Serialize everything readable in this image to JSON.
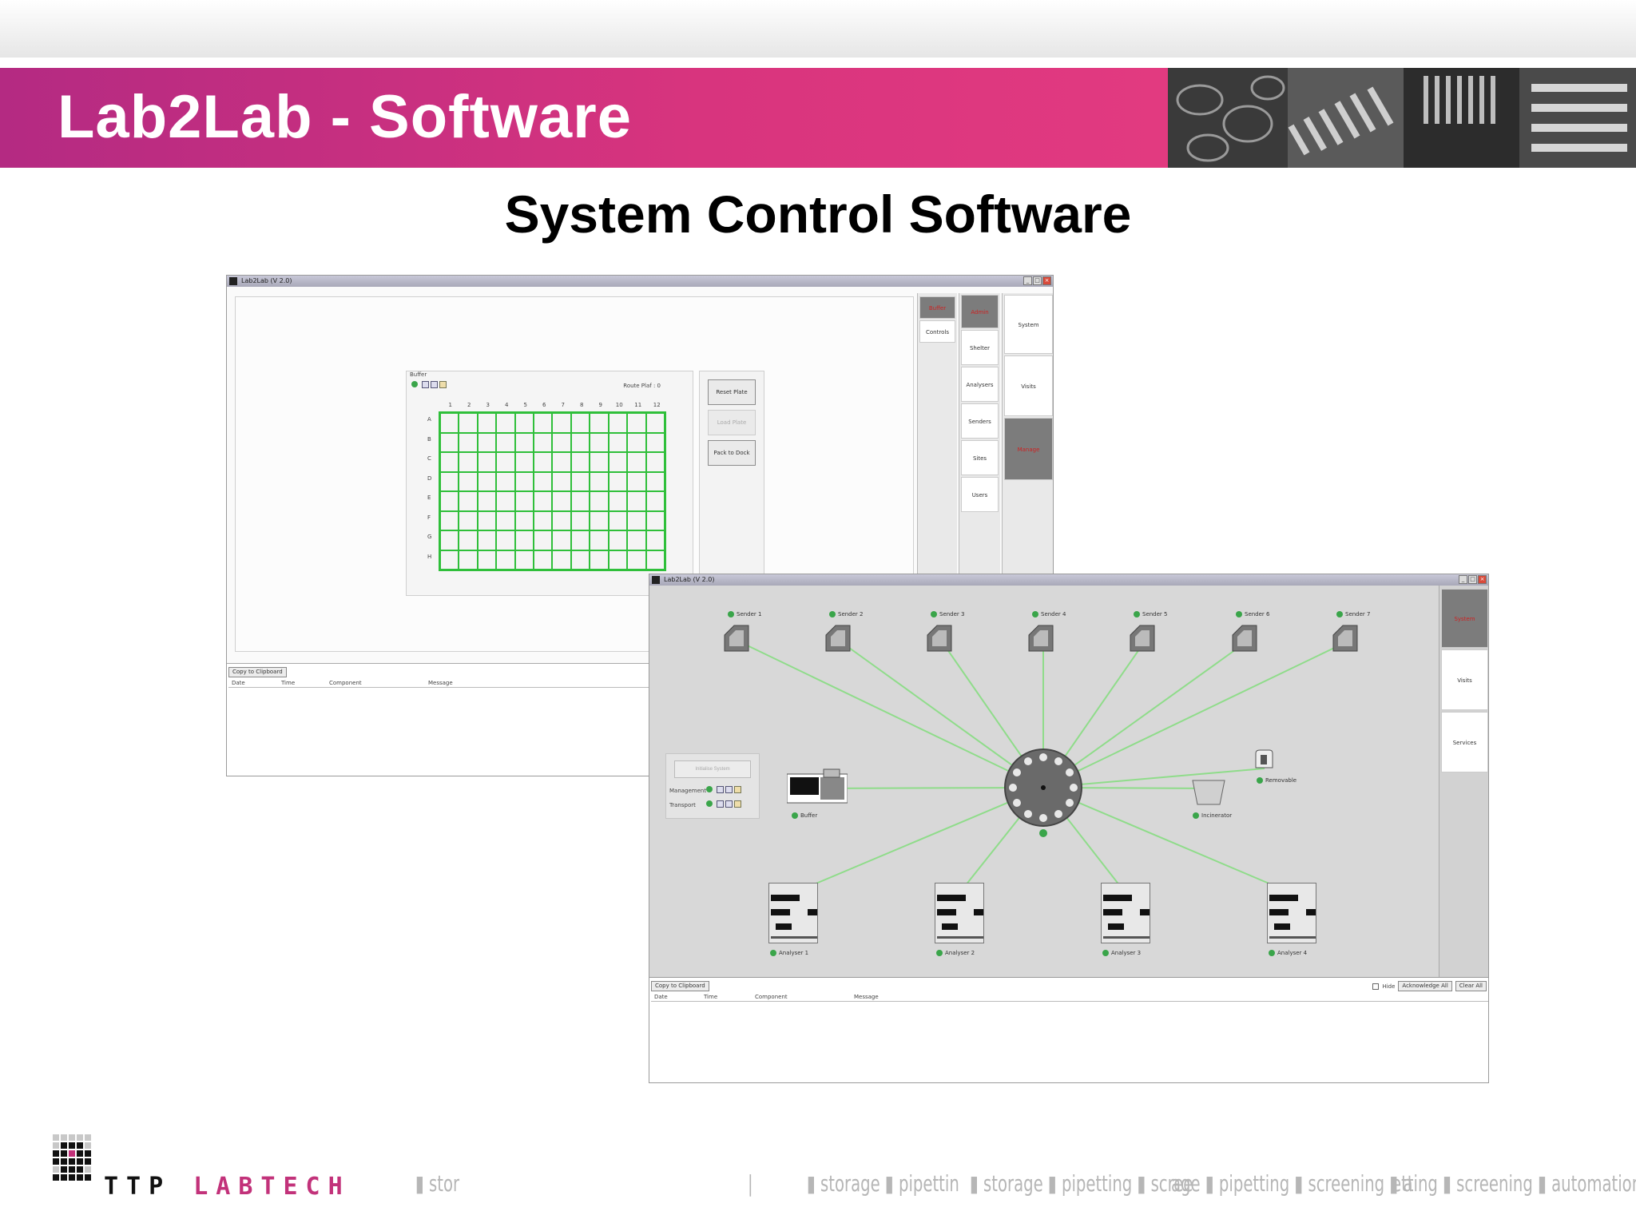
{
  "slide": {
    "title": "Lab2Lab - Software",
    "subtitle": "System Control Software"
  },
  "window1": {
    "title": "Lab2Lab (V 2.0)",
    "plate": {
      "label": "Buffer",
      "route_label": "Route Plaf : 0",
      "columns": [
        "1",
        "2",
        "3",
        "4",
        "5",
        "6",
        "7",
        "8",
        "9",
        "10",
        "11",
        "12"
      ],
      "rows": [
        "A",
        "B",
        "C",
        "D",
        "E",
        "F",
        "G",
        "H"
      ]
    },
    "buttons": [
      "Reset Plate",
      "Load Plate",
      "Pack to Dock"
    ],
    "tabs_col_a": [
      "Buffer",
      "Controls"
    ],
    "tabs_col_b": [
      "Admin",
      "Shelter",
      "Analysers",
      "Senders",
      "Sites",
      "Users"
    ],
    "tabs_col_c": [
      "System",
      "Visits",
      "Manage"
    ],
    "log": {
      "copy_button": "Copy to Clipboard",
      "headers": [
        "Date",
        "Time",
        "Component",
        "Message"
      ]
    }
  },
  "window2": {
    "title": "Lab2Lab (V 2.0)",
    "senders": [
      "Sender 1",
      "Sender 2",
      "Sender 3",
      "Sender 4",
      "Sender 5",
      "Sender 6",
      "Sender 7"
    ],
    "analysers": [
      "Analyser 1",
      "Analyser 2",
      "Analyser 3",
      "Analyser 4"
    ],
    "buffer_label": "Buffer",
    "right_nodes": [
      "Removable",
      "Incinerator"
    ],
    "control_panel": {
      "button": "Initialise System",
      "management": "Management",
      "transport": "Transport"
    },
    "side_tabs": [
      "System",
      "Visits",
      "Services"
    ],
    "log": {
      "copy_button": "Copy to Clipboard",
      "headers": [
        "Date",
        "Time",
        "Component",
        "Message"
      ],
      "hide": "Hide",
      "acknowledge": "Acknowledge All",
      "clear": "Clear All"
    }
  },
  "footer": {
    "logo_ttp": "TTP",
    "logo_labtech": "LABTECH",
    "tagline_fragments": [
      "▮ stor",
      "|",
      "▮ storage ▮ pipettin",
      "▮ storage ▮ pipetting ▮ scree",
      "age ▮ pipetting ▮ screening ▮ a",
      "etting ▮ screening ▮ automation"
    ]
  },
  "colors": {
    "brand_magenta": "#d8347e",
    "plate_green": "#2fbf3a",
    "status_green": "#3aa54a"
  }
}
